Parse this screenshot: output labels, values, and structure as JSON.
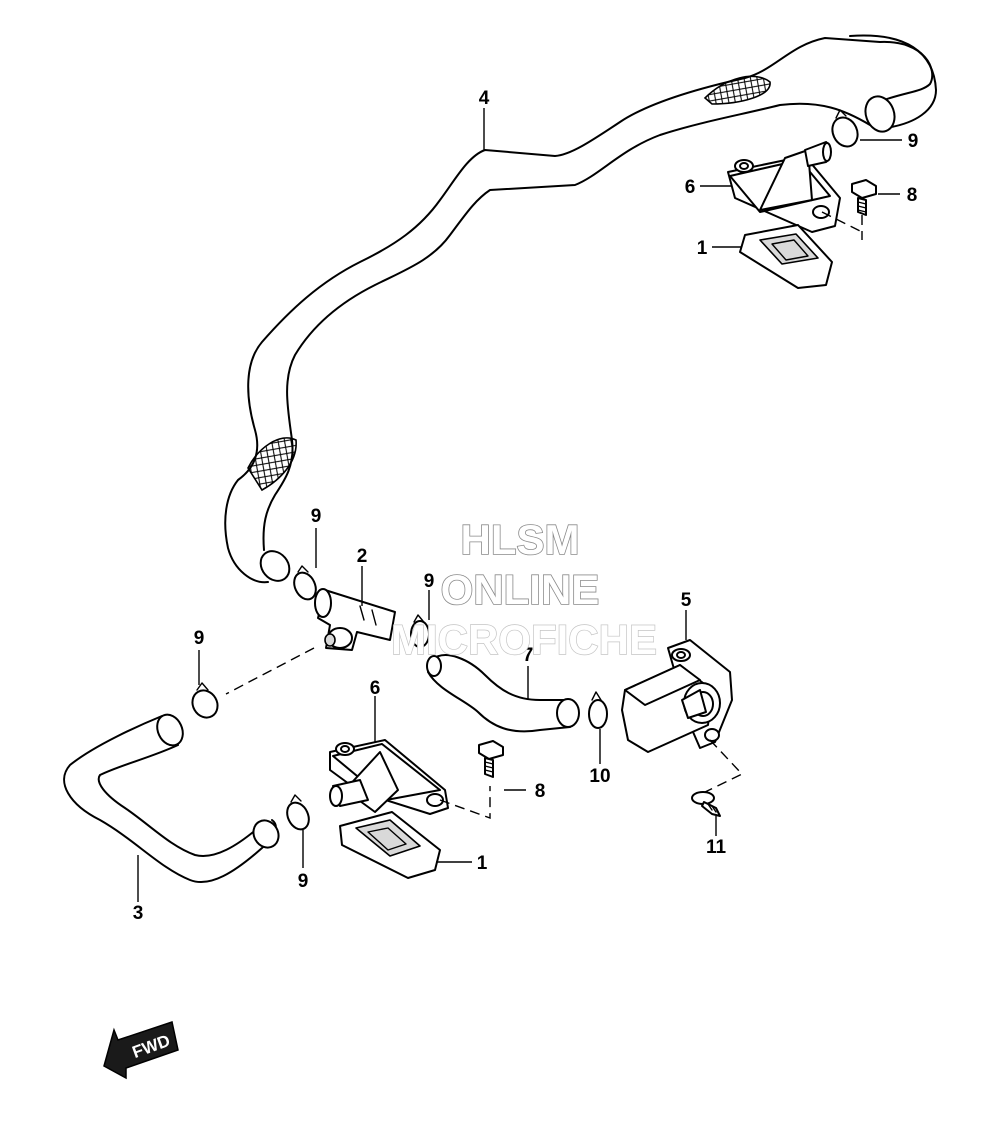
{
  "callouts": {
    "c4": "4",
    "c9_top": "9",
    "c6_top": "6",
    "c8_top": "8",
    "c1_top": "1",
    "c9_midleft": "9",
    "c2": "2",
    "c9_mid": "9",
    "c7": "7",
    "c5": "5",
    "c9_left": "9",
    "c6_bottom": "6",
    "c8_bottom": "8",
    "c10": "10",
    "c11": "11",
    "c9_bottom": "9",
    "c1_bottom": "1",
    "c3": "3"
  },
  "watermark": {
    "line1": "HLSM",
    "line2": "ONLINE",
    "line3": "MICROFICHE"
  },
  "fwd_label": "FWD"
}
